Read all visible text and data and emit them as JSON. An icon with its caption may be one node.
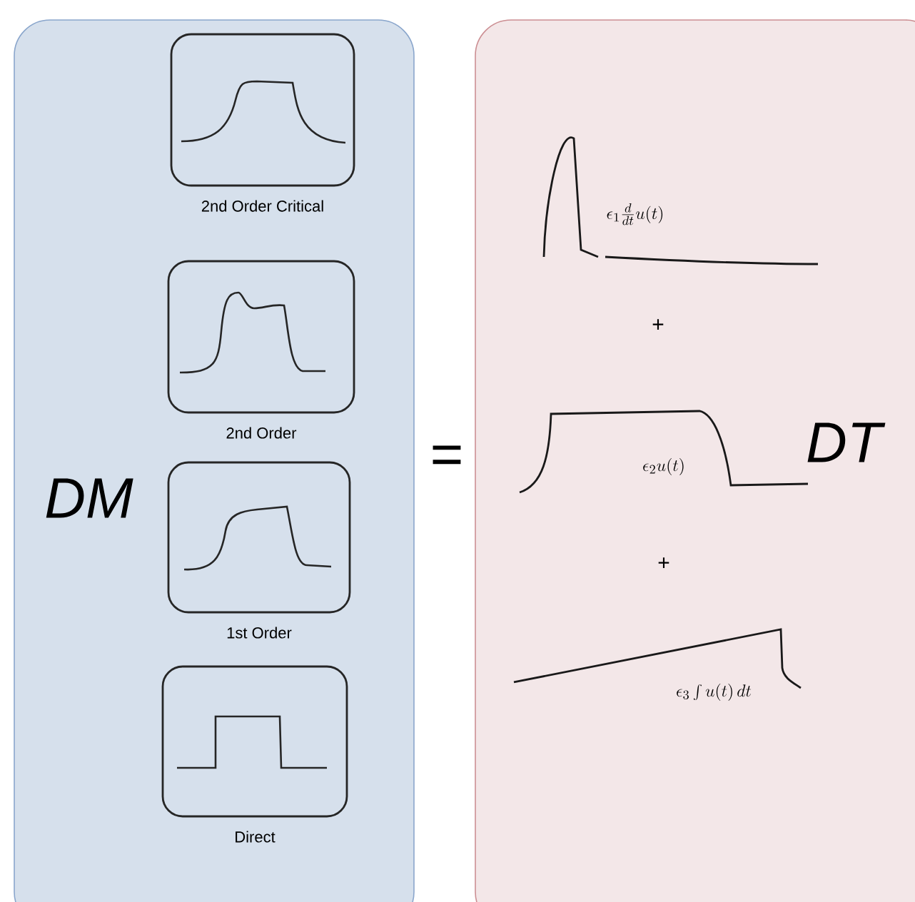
{
  "diagram": {
    "nodes": [
      {
        "text": [
          "DM"
        ]
      },
      {
        "text": [
          "2nd Order Critical"
        ],
        "in": 0
      },
      {
        "text": [
          "2nd Order"
        ],
        "in": 0
      },
      {
        "text": [
          "1st Order"
        ],
        "in": 0
      },
      {
        "text": [
          "Direct"
        ],
        "in": 0
      },
      {
        "text": [
          "DT"
        ]
      }
    ],
    "labels": [
      "=",
      "\\epsilon_1 \\frac{d}{dt}u(t)",
      "+",
      "\\epsilon_2 u(t)",
      "+",
      "\\epsilon_3 \\int u(t)\\, dt"
    ]
  }
}
